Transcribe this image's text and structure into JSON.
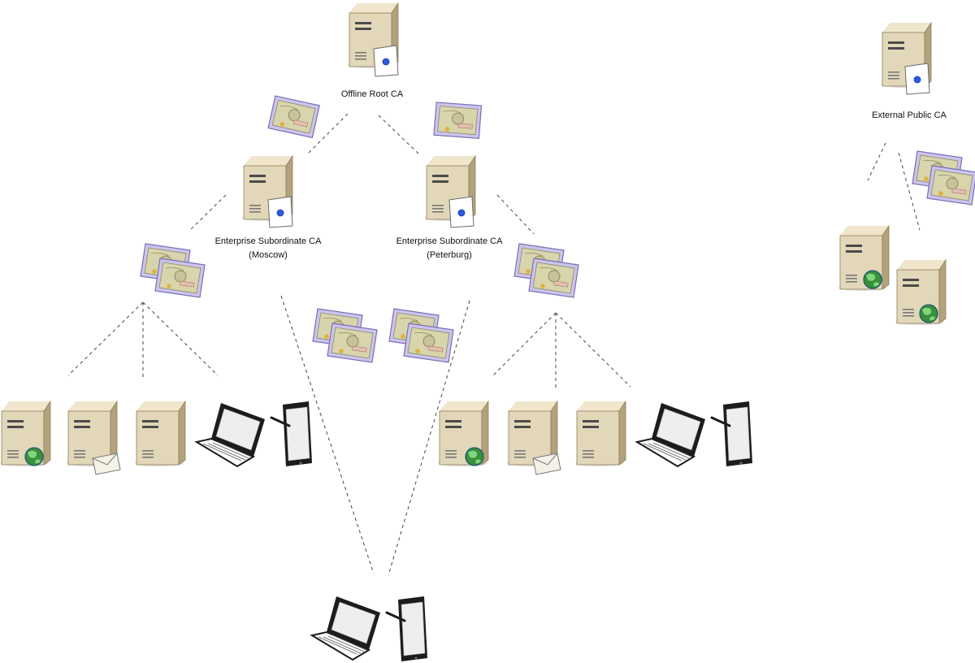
{
  "nodes": {
    "root_ca": {
      "line1": "Offline Root CA"
    },
    "sub_moscow": {
      "line1": "Enterprise Subordinate CA",
      "line2": "(Moscow)"
    },
    "sub_peterburg": {
      "line1": "Enterprise Subordinate CA",
      "line2": "(Peterburg)"
    },
    "external_ca": {
      "line1": "External Public CA"
    }
  },
  "icons": {
    "ca_server": "server-with-certificate-icon",
    "web_server": "web-server-globe-icon",
    "mail_server": "mail-server-icon",
    "server": "server-icon",
    "laptop": "laptop-icon",
    "tablet": "tablet-icon",
    "certificate": "certificate-icon"
  },
  "colors": {
    "server_body": "#d9ccaa",
    "server_side": "#b3a37c",
    "cert_paper": "#d8d5ad",
    "cert_frame": "#7a6fb0",
    "globe": "#3a8f3a",
    "seal": "#2a5be0",
    "line": "#444444"
  }
}
